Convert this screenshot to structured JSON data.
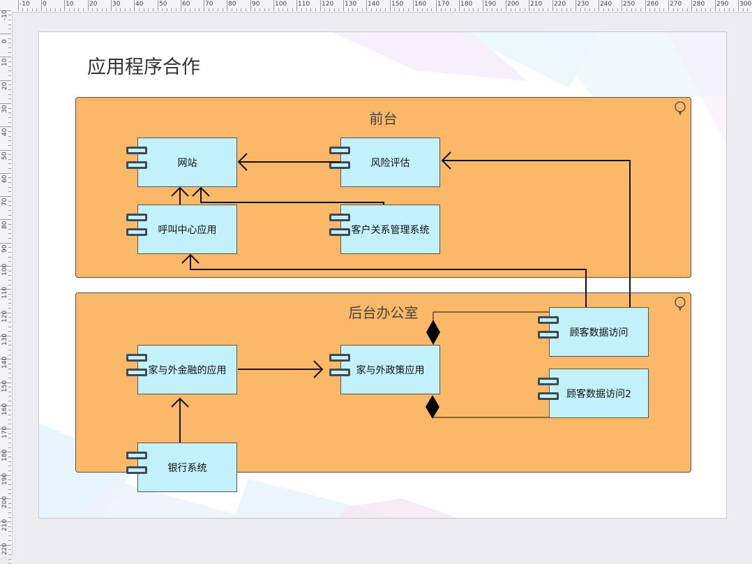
{
  "ruler": {
    "top_ticks": [
      "-10",
      "0",
      "10",
      "20",
      "30",
      "40",
      "50",
      "60",
      "70",
      "80",
      "90",
      "100",
      "110",
      "120",
      "130",
      "140",
      "150",
      "160",
      "170",
      "180",
      "190",
      "200",
      "210",
      "220",
      "230",
      "240",
      "250",
      "260",
      "270",
      "280",
      "290",
      "300"
    ],
    "left_ticks": [
      "-10",
      "0",
      "10",
      "20",
      "30",
      "40",
      "50",
      "60",
      "70",
      "80",
      "90",
      "100",
      "110",
      "120",
      "130",
      "140",
      "150",
      "160",
      "170",
      "180",
      "190",
      "200",
      "210",
      "220"
    ]
  },
  "diagram": {
    "title": "应用程序合作",
    "groups": {
      "front": {
        "title": "前台"
      },
      "back": {
        "title": "后台办公室"
      }
    },
    "components": {
      "website": "网站",
      "risk": "风险评估",
      "callcenter": "呼叫中心应用",
      "crm": "客户关系管理系统",
      "homefinance": "家与外金融的应用",
      "homepolicy": "家与外政策应用",
      "custdata": "顾客数据访问",
      "custdata2": "顾客数据访问2",
      "bank": "银行系统"
    },
    "colors": {
      "group_fill": "#fbb868",
      "component_fill": "#c3f1fb",
      "line": "#111111"
    }
  }
}
